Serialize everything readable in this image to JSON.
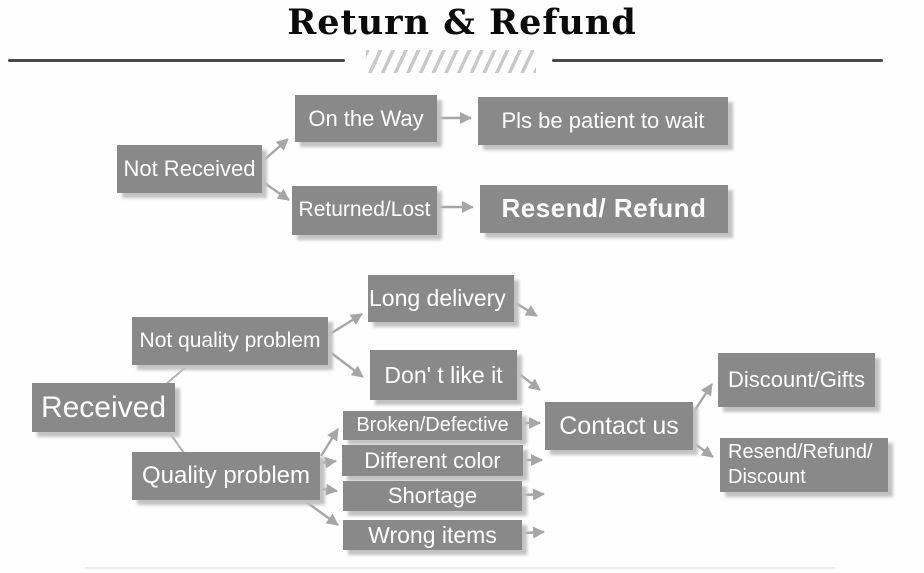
{
  "title": "Return & Refund",
  "diagram": {
    "nodes": {
      "not_received": "Not Received",
      "on_the_way": "On the Way",
      "pls_wait": "Pls be patient to wait",
      "returned_lost": "Returned/Lost",
      "resend_refund": "Resend/ Refund",
      "received": "Received",
      "not_quality_problem": "Not quality problem",
      "long_delivery": "Long delivery",
      "dont_like_it": "Don' t like it",
      "quality_problem": "Quality problem",
      "broken_defective": "Broken/Defective",
      "different_color": "Different color",
      "shortage": "Shortage",
      "wrong_items": "Wrong items",
      "contact_us": "Contact us",
      "discount_gifts": "Discount/Gifts",
      "resend_refund_discount": "Resend/Refund/\nDiscount"
    },
    "edges": [
      {
        "from": "Not Received",
        "to": "On the Way"
      },
      {
        "from": "Not Received",
        "to": "Returned/Lost"
      },
      {
        "from": "On the Way",
        "to": "Pls be patient to wait"
      },
      {
        "from": "Returned/Lost",
        "to": "Resend/ Refund"
      },
      {
        "from": "Received",
        "to": "Not quality problem"
      },
      {
        "from": "Received",
        "to": "Quality problem"
      },
      {
        "from": "Not quality problem",
        "to": "Long delivery"
      },
      {
        "from": "Not quality problem",
        "to": "Don' t like it"
      },
      {
        "from": "Long delivery",
        "to": "Contact us"
      },
      {
        "from": "Don' t like it",
        "to": "Contact us"
      },
      {
        "from": "Quality problem",
        "to": "Broken/Defective"
      },
      {
        "from": "Quality problem",
        "to": "Different color"
      },
      {
        "from": "Quality problem",
        "to": "Shortage"
      },
      {
        "from": "Quality problem",
        "to": "Wrong items"
      },
      {
        "from": "Broken/Defective",
        "to": "Contact us"
      },
      {
        "from": "Different color",
        "to": "Contact us"
      },
      {
        "from": "Shortage",
        "to": "Contact us"
      },
      {
        "from": "Wrong items",
        "to": "Contact us"
      },
      {
        "from": "Contact us",
        "to": "Discount/Gifts"
      },
      {
        "from": "Contact us",
        "to": "Resend/Refund/Discount"
      }
    ],
    "colors": {
      "box": "#898989",
      "box_text": "#ffffff",
      "shadow": "#c2c2c2",
      "arrow": "#a6a6a6",
      "divider": "#4a4a4a",
      "hatch": "#c9c9c9",
      "title_text": "#0b0b0b"
    }
  }
}
